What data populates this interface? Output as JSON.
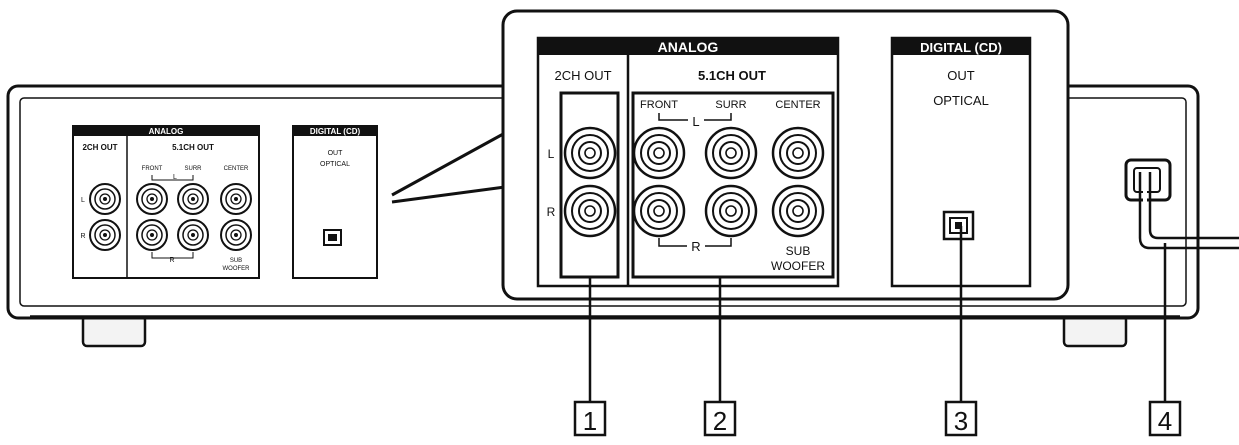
{
  "small_panel": {
    "analog_header": "ANALOG",
    "ch2_out": "2CH OUT",
    "ch51_out": "5.1CH OUT",
    "front": "FRONT",
    "surr": "SURR",
    "center": "CENTER",
    "l": "L",
    "r": "R",
    "sub": "SUB",
    "woofer": "WOOFER",
    "digital_header": "DIGITAL (CD)",
    "out": "OUT",
    "optical": "OPTICAL"
  },
  "zoom_panel": {
    "analog_header": "ANALOG",
    "ch2_out": "2CH OUT",
    "ch51_out": "5.1CH OUT",
    "front": "FRONT",
    "surr": "SURR",
    "center": "CENTER",
    "l": "L",
    "r": "R",
    "sub": "SUB",
    "woofer": "WOOFER",
    "digital_header": "DIGITAL (CD)",
    "out": "OUT",
    "optical": "OPTICAL"
  },
  "callouts": [
    "1",
    "2",
    "3",
    "4"
  ]
}
